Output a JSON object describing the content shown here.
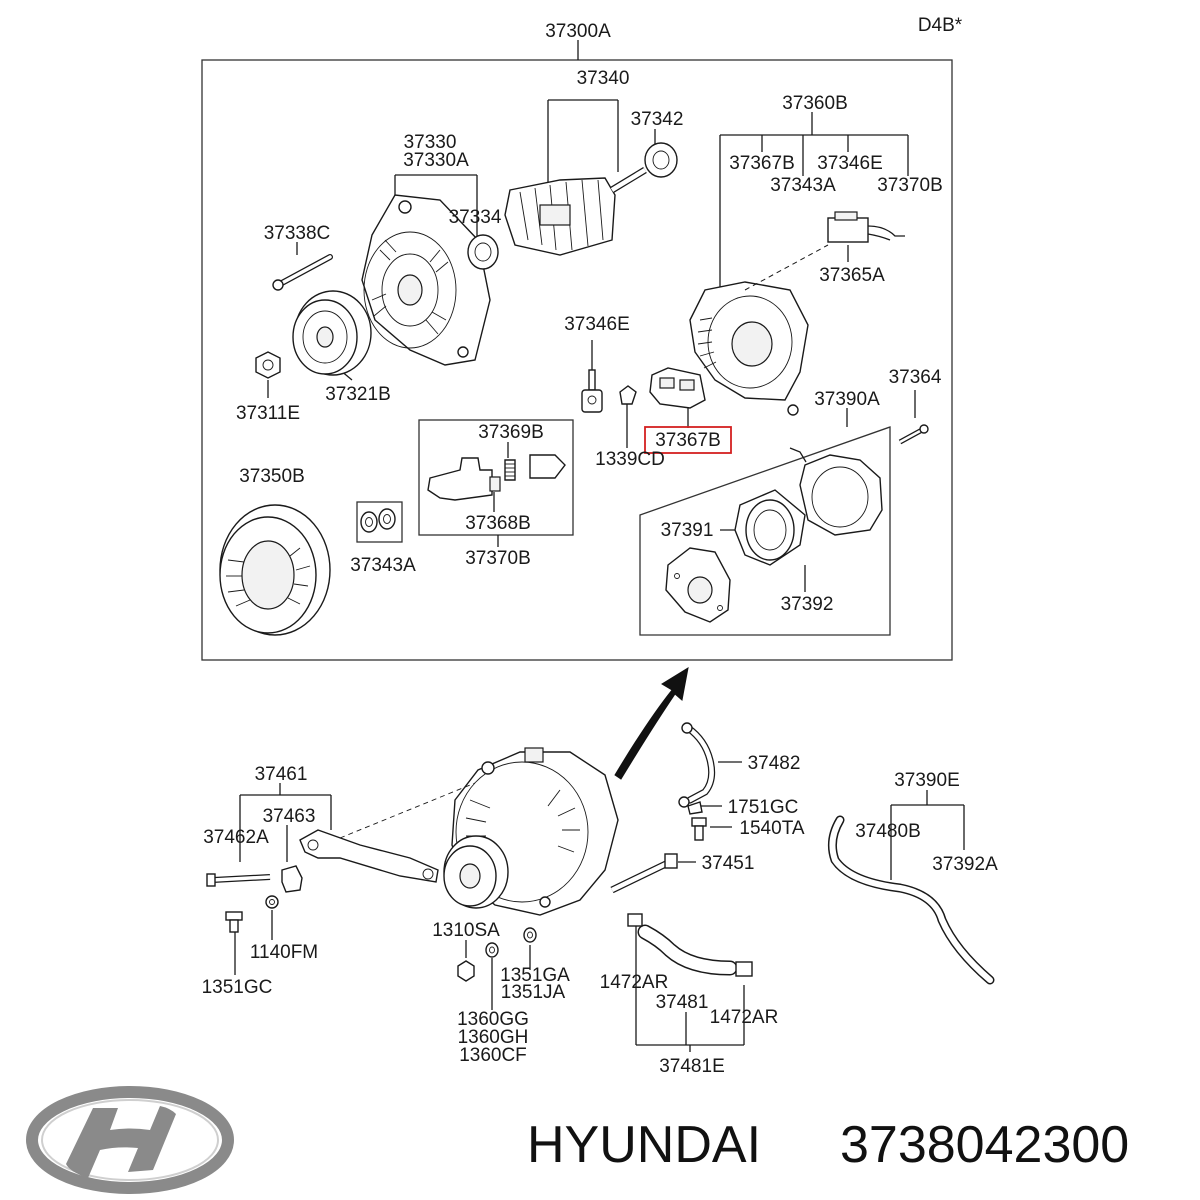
{
  "diagram": {
    "engine_code": "D4B*",
    "brand": "HYUNDAI",
    "part_number": "3738042300",
    "labels": {
      "l_37300A": "37300A",
      "l_37340": "37340",
      "l_37342": "37342",
      "l_37330": "37330",
      "l_37330A": "37330A",
      "l_37334": "37334",
      "l_37338C": "37338C",
      "l_37321B": "37321B",
      "l_37311E": "37311E",
      "l_37360B": "37360B",
      "l_37367B_top": "37367B",
      "l_37346E_top": "37346E",
      "l_37343A_top": "37343A",
      "l_37370B_top": "37370B",
      "l_37365A": "37365A",
      "l_37346E_mid": "37346E",
      "l_37367B_hl": "37367B",
      "l_1339CD": "1339CD",
      "l_37364": "37364",
      "l_37390A": "37390A",
      "l_37369B": "37369B",
      "l_37368B": "37368B",
      "l_37370B_mid": "37370B",
      "l_37350B": "37350B",
      "l_37343A_mid": "37343A",
      "l_37391": "37391",
      "l_37392": "37392",
      "l_37461": "37461",
      "l_37463": "37463",
      "l_37462A": "37462A",
      "l_1140FM": "1140FM",
      "l_1351GC": "1351GC",
      "l_1310SA": "1310SA",
      "l_1351GA": "1351GA",
      "l_1351JA": "1351JA",
      "l_1360GG": "1360GG",
      "l_1360GH": "1360GH",
      "l_1360CF": "1360CF",
      "l_37482": "37482",
      "l_1751GC": "1751GC",
      "l_1540TA": "1540TA",
      "l_37451": "37451",
      "l_1472AR_a": "1472AR",
      "l_37481": "37481",
      "l_1472AR_b": "1472AR",
      "l_37481E": "37481E",
      "l_37390E": "37390E",
      "l_37480B": "37480B",
      "l_37392A": "37392A"
    },
    "colors": {
      "highlight": "#d42020",
      "logo": "#8a8a8a"
    }
  }
}
